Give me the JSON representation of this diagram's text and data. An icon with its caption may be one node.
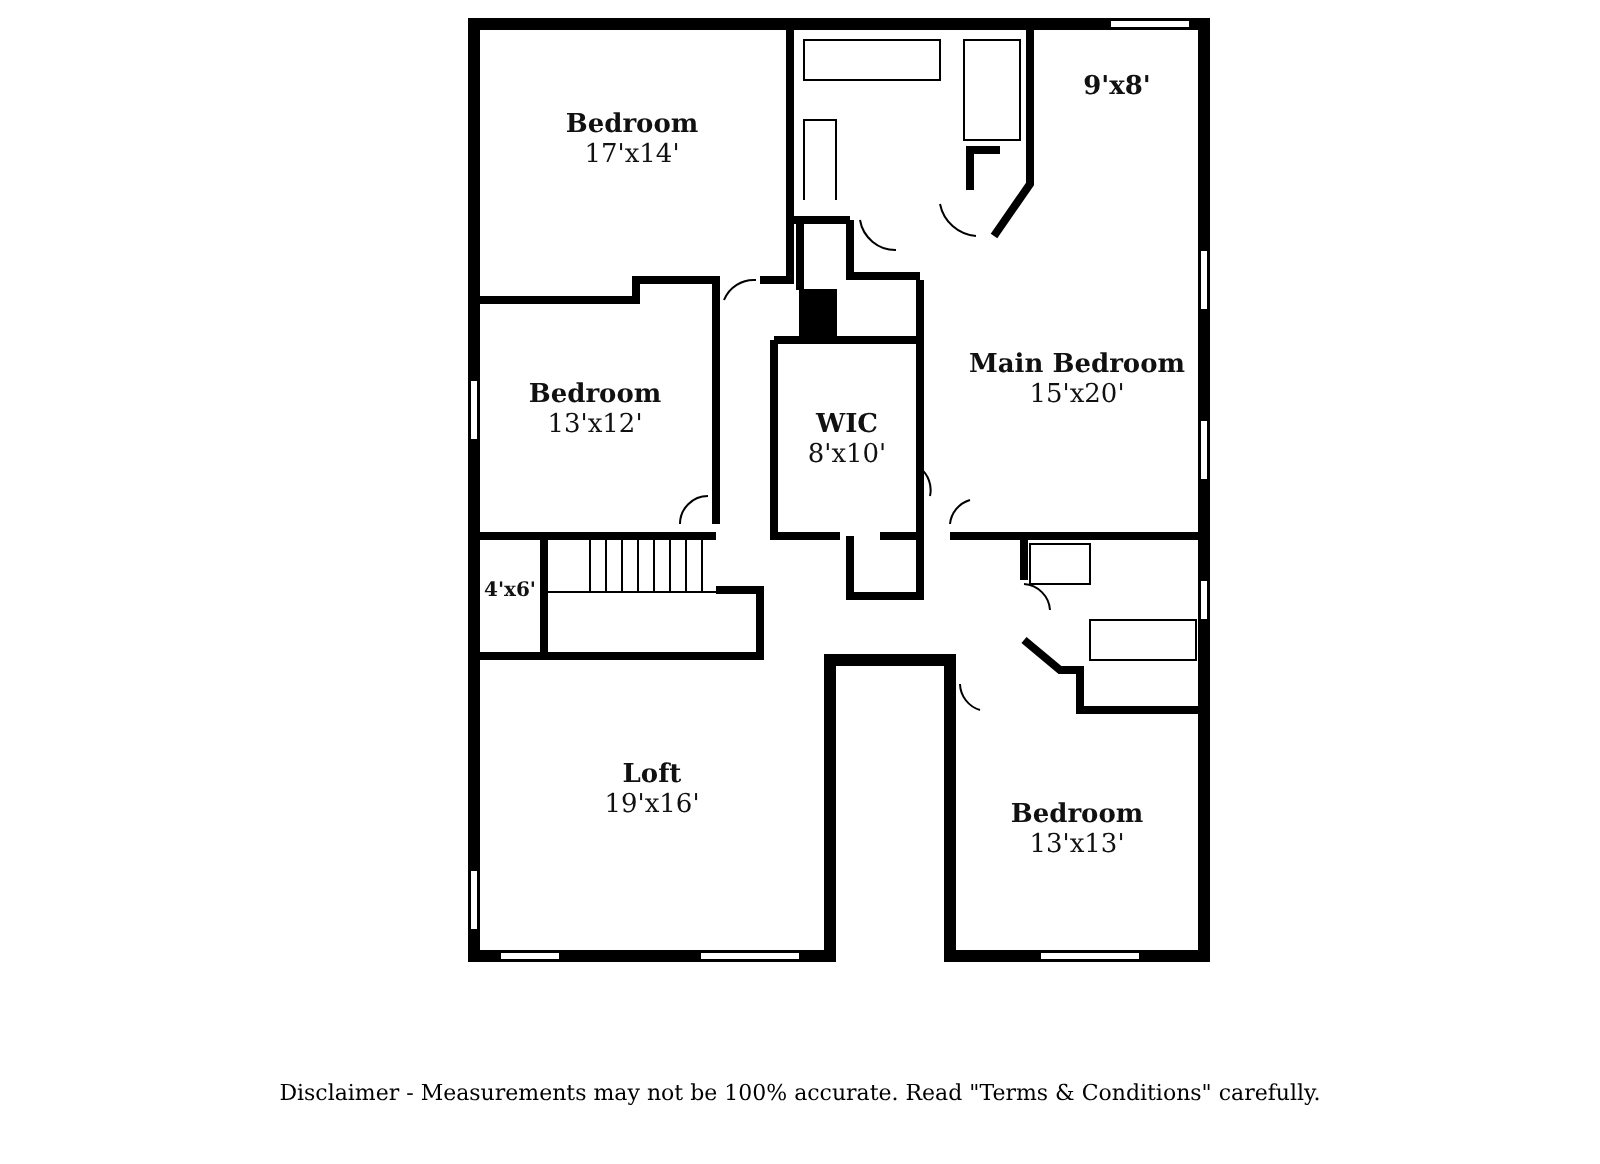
{
  "diagram": {
    "caption": "Disclaimer - Measurements may not be 100% accurate. Read \"Terms & Conditions\" carefully.",
    "nodes": [
      {
        "text": [
          "Bedroom",
          "17'x14'"
        ]
      },
      {
        "text": [
          "9'x8'"
        ]
      },
      {
        "text": [
          "Main Bedroom",
          "15'x20'"
        ]
      },
      {
        "text": [
          "Bedroom",
          "13'x12'"
        ]
      },
      {
        "text": [
          "WIC",
          "8'x10'"
        ]
      },
      {
        "text": [
          "4'x6'"
        ]
      },
      {
        "text": [
          "Loft",
          "19'x16'"
        ]
      },
      {
        "text": [
          "Bedroom",
          "13'x13'"
        ]
      }
    ]
  }
}
